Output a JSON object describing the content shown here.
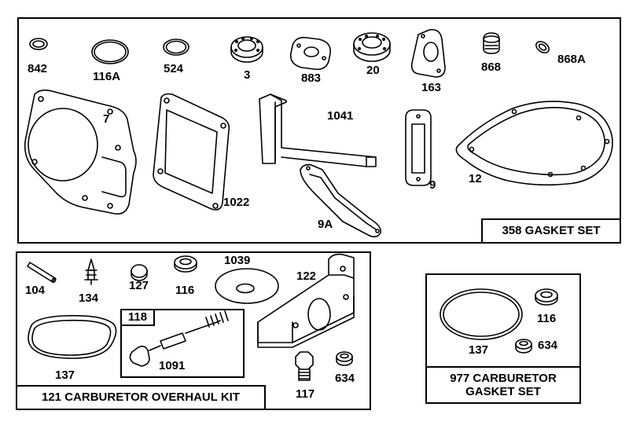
{
  "gasket_set": {
    "title": "358 GASKET SET",
    "labels": {
      "p842": "842",
      "p116a": "116A",
      "p524": "524",
      "p3": "3",
      "p883": "883",
      "p20": "20",
      "p163": "163",
      "p868": "868",
      "p868a": "868A",
      "p7": "7",
      "p1041": "1041",
      "p1022": "1022",
      "p9": "9",
      "p12": "12",
      "p9a": "9A"
    }
  },
  "overhaul_kit": {
    "title": "121 CARBURETOR OVERHAUL KIT",
    "sub_title": "118",
    "labels": {
      "p104": "104",
      "p134": "134",
      "p127": "127",
      "p116": "116",
      "p1039": "1039",
      "p122": "122",
      "p137": "137",
      "p1091": "1091",
      "p117": "117",
      "p634": "634"
    }
  },
  "carb_gasket_set": {
    "title_line1": "977 CARBURETOR",
    "title_line2": "GASKET SET",
    "labels": {
      "p116": "116",
      "p137": "137",
      "p634": "634"
    }
  }
}
